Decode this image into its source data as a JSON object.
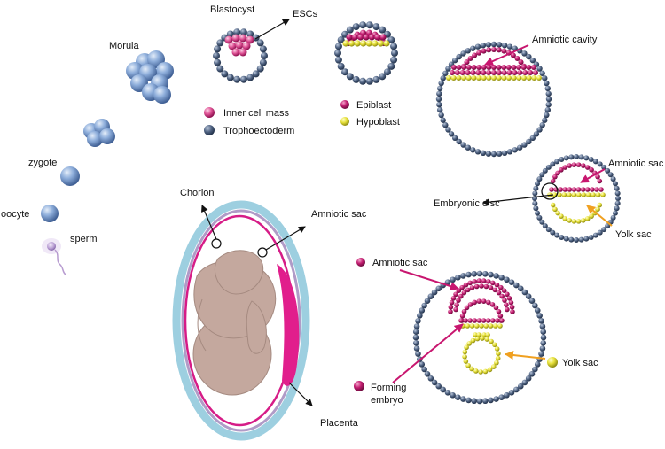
{
  "labels": {
    "blastocyst": "Blastocyst",
    "escs": "ESCs",
    "morula": "Morula",
    "zygote": "zygote",
    "oocyte": "oocyte",
    "sperm": "sperm",
    "inner_cell_mass": "Inner cell mass",
    "trophoectoderm": "Trophoectoderm",
    "epiblast": "Epiblast",
    "hypoblast": "Hypoblast",
    "amniotic_cavity": "Amniotic cavity",
    "amniotic_sac_1": "Amniotic sac",
    "embryonic_disc": "Embryonic disc",
    "yolk_sac_1": "Yolk sac",
    "chorion": "Chorion",
    "amniotic_sac_2": "Amniotic sac",
    "placenta": "Placenta",
    "amniotic_sac_3": "Amniotic sac",
    "forming_embryo_line1": "Forming",
    "forming_embryo_line2": "embryo",
    "yolk_sac_2": "Yolk sac"
  },
  "colors": {
    "trophoectoderm": "#44546f",
    "inner_cell_mass": "#d6337f",
    "epiblast": "#c2186b",
    "hypoblast": "#e4df3a",
    "early_cell": "#7ea0d0",
    "chorion": "#9dcfe0",
    "amnion_line": "#d61c87",
    "placenta": "#e11e8c",
    "fetus": "#c4a89e",
    "sperm": "#b79bd0",
    "arrow_magenta": "#c8166f",
    "arrow_orange": "#f0a020"
  }
}
